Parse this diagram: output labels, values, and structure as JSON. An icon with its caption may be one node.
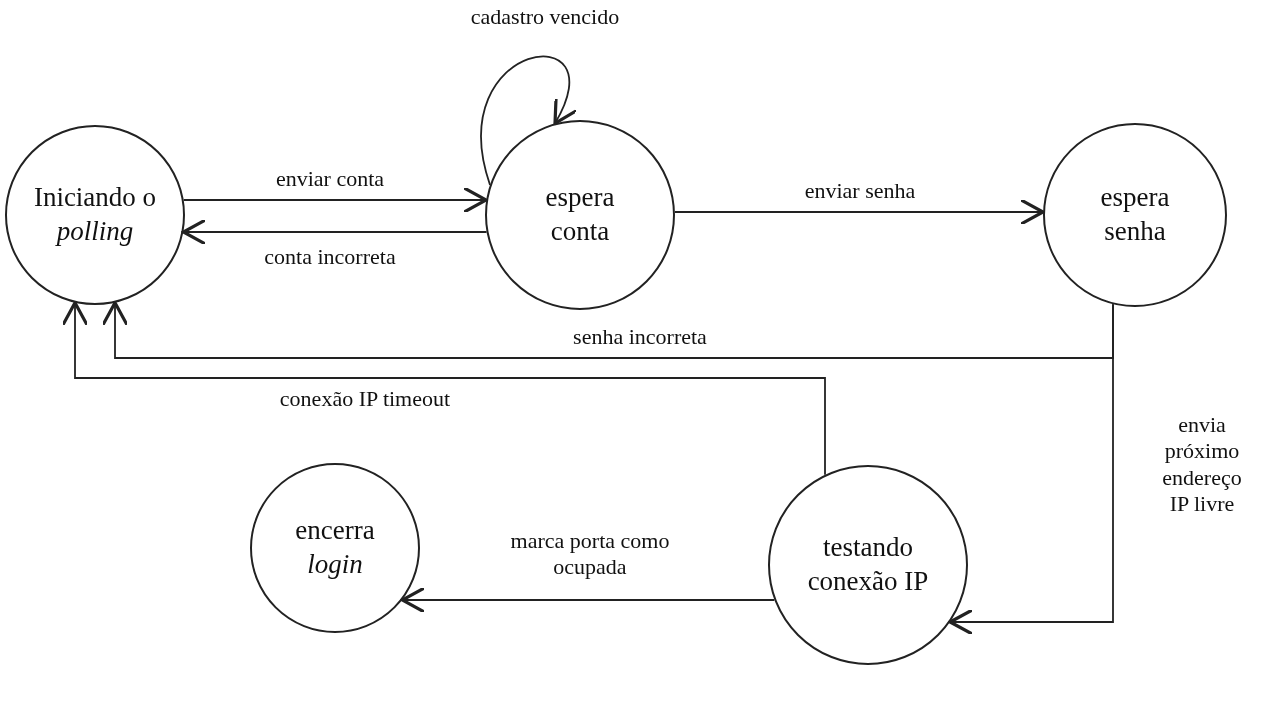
{
  "diagram": {
    "nodes": [
      {
        "text": [
          "Iniciando o *polling*"
        ]
      },
      {
        "text": [
          "espera conta"
        ]
      },
      {
        "text": [
          "espera senha"
        ]
      },
      {
        "text": [
          "encerra *login*"
        ]
      },
      {
        "text": [
          "testando conexão IP"
        ]
      }
    ],
    "edges": [
      {
        "from": 0,
        "to": 1,
        "arrow": "to",
        "label": "enviar conta"
      },
      {
        "from": 1,
        "to": 0,
        "arrow": "to",
        "label": "conta incorreta"
      },
      {
        "from": 1,
        "to": 1,
        "arrow": "to",
        "label": "cadastro vencido"
      },
      {
        "from": 1,
        "to": 2,
        "arrow": "to",
        "label": "enviar senha"
      },
      {
        "from": 2,
        "to": 0,
        "arrow": "to",
        "label": "senha incorreta"
      },
      {
        "from": 4,
        "to": 0,
        "arrow": "to",
        "label": "conexão IP timeout"
      },
      {
        "from": 2,
        "to": 4,
        "arrow": "to",
        "label": "envia próximo endereço IP livre"
      },
      {
        "from": 4,
        "to": 3,
        "arrow": "to",
        "label": "marca porta como ocupada"
      }
    ]
  }
}
